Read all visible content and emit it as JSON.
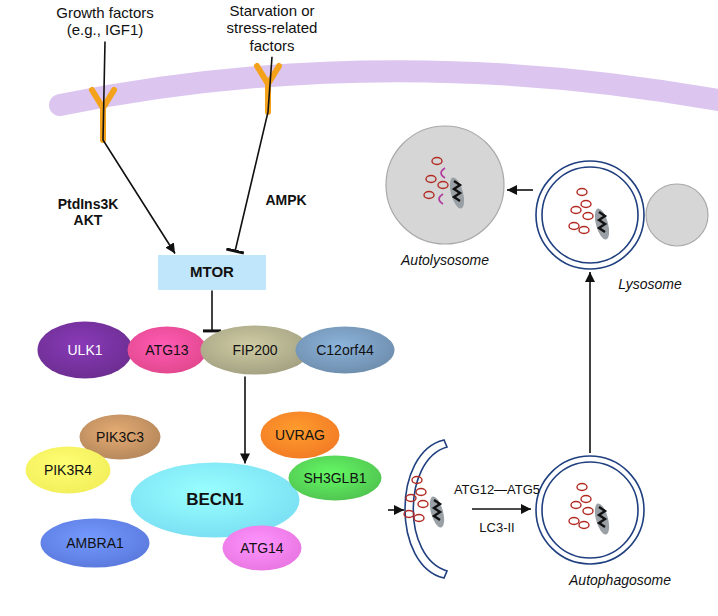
{
  "diagram": {
    "nodes": [
      {
        "text": [
          "Growth factors (e.g., IGF1)"
        ]
      },
      {
        "text": [
          "Starvation or stress-related factors"
        ]
      },
      {
        "text": [
          "MTOR"
        ]
      },
      {
        "text": [
          "ULK1"
        ]
      },
      {
        "text": [
          "ATG13"
        ]
      },
      {
        "text": [
          "FIP200"
        ]
      },
      {
        "text": [
          "C12orf44"
        ]
      },
      {
        "text": [
          "PIK3C3"
        ]
      },
      {
        "text": [
          "PIK3R4"
        ]
      },
      {
        "text": [
          "BECN1"
        ]
      },
      {
        "text": [
          "UVRAG"
        ]
      },
      {
        "text": [
          "SH3GLB1"
        ]
      },
      {
        "text": [
          "AMBRA1"
        ]
      },
      {
        "text": [
          "ATG14"
        ]
      },
      {
        "text": [
          "Autolysosome"
        ]
      },
      {
        "text": [
          "Lysosome"
        ]
      },
      {
        "text": [
          "Autophagosome"
        ]
      }
    ],
    "edges": [
      {
        "from": 0,
        "to": 2,
        "arrow": "to",
        "label": "PtdIns3K AKT"
      },
      {
        "from": 1,
        "to": 2,
        "arrow": "to",
        "label": "AMPK"
      },
      {
        "from": 2,
        "to": 5,
        "arrow": "to"
      },
      {
        "from": 5,
        "to": 9,
        "arrow": "to"
      },
      {
        "from": 16,
        "to": 15,
        "arrow": "to"
      },
      {
        "from": 15,
        "to": 14,
        "arrow": "to"
      }
    ],
    "labels": [
      "ATG12—ATG5",
      "LC3-II"
    ]
  }
}
